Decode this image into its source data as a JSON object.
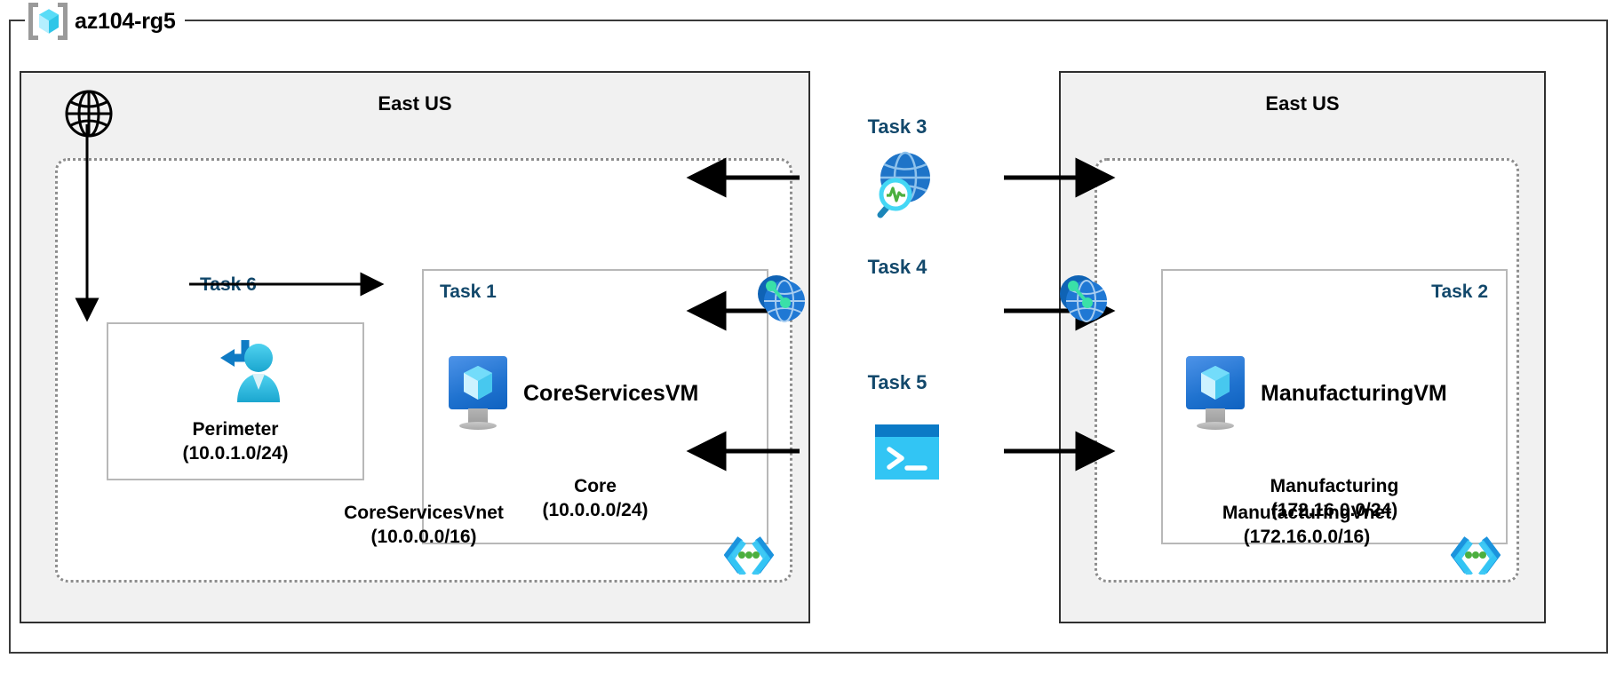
{
  "resource_group": {
    "name": "az104-rg5",
    "icon": "azure-resource-group-icon"
  },
  "regions": [
    {
      "id": "left",
      "title": "East US"
    },
    {
      "id": "right",
      "title": "East US"
    }
  ],
  "vnets": [
    {
      "id": "core",
      "name": "CoreServicesVnet",
      "cidr": "(10.0.0.0/16)",
      "region": "East US",
      "code_icon": "code-brackets-icon"
    },
    {
      "id": "manufacturing",
      "name": "ManufacturingVnet",
      "cidr": "(172.16.0.0/16)",
      "region": "East US",
      "code_icon": "code-brackets-icon"
    }
  ],
  "subnets": [
    {
      "id": "perimeter",
      "task": "Task 6",
      "name": "Perimeter",
      "cidr": "(10.0.1.0/24)",
      "icon": "user-bastion-icon"
    },
    {
      "id": "core",
      "task": "Task 1",
      "name": "Core",
      "cidr": "(10.0.0.0/24)",
      "vm": "CoreServicesVM",
      "icon": "virtual-machine-icon"
    },
    {
      "id": "manufacturing",
      "task": "Task 2",
      "name": "Manufacturing",
      "cidr": "(172.16.0.0/24)",
      "vm": "ManufacturingVM",
      "icon": "virtual-machine-icon"
    }
  ],
  "internet": {
    "icon": "globe-internet-icon"
  },
  "connections": [
    {
      "id": "task3",
      "label": "Task 3",
      "icon": "network-watcher-icon",
      "direction": "bidirectional"
    },
    {
      "id": "task4",
      "label": "Task 4",
      "icon": "vnet-peering-icon",
      "direction": "bidirectional"
    },
    {
      "id": "task5",
      "label": "Task 5",
      "icon": "cloud-shell-icon",
      "direction": "bidirectional"
    }
  ],
  "peering_icons": [
    {
      "id": "peer-left",
      "icon": "vnet-peering-icon"
    },
    {
      "id": "peer-right",
      "icon": "vnet-peering-icon"
    }
  ],
  "colors": {
    "task_label": "#12486b",
    "region_fill": "#f1f1f1",
    "region_border": "#2f2f2f",
    "vnet_border": "#8d8d8d",
    "subnet_border": "#b8b8b8",
    "azure_blue": "#1f72cf",
    "cyan": "#32bdef",
    "green_accent": "#4caf3f"
  }
}
